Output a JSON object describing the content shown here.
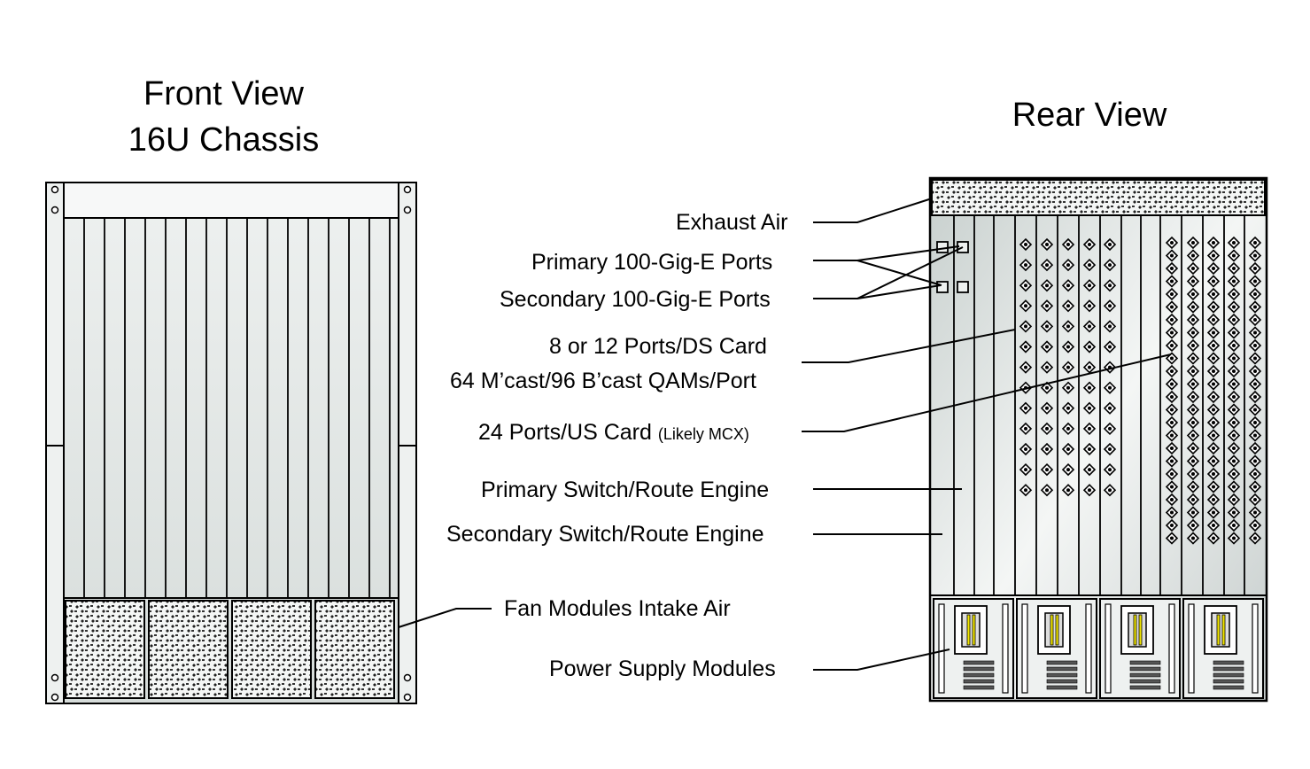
{
  "front": {
    "title_line1": "Front View",
    "title_line2": "16U Chassis"
  },
  "rear": {
    "title": "Rear View"
  },
  "labels": {
    "exhaust_air": "Exhaust Air",
    "primary_100g": "Primary 100-Gig-E Ports",
    "secondary_100g": "Secondary 100-Gig-E Ports",
    "ds_card_line1": "8 or 12 Ports/DS Card",
    "ds_card_line2": "64 M’cast/96 B’cast QAMs/Port",
    "us_card": "24 Ports/US Card",
    "us_card_note": "(Likely MCX)",
    "primary_sre": "Primary Switch/Route Engine",
    "secondary_sre": "Secondary Switch/Route Engine",
    "fan_modules": "Fan Modules Intake Air",
    "power_supply": "Power Supply Modules"
  },
  "colors": {
    "line": "#000000",
    "panel_fill": "#e3e7e6",
    "panel_light": "#f3f5f4"
  }
}
